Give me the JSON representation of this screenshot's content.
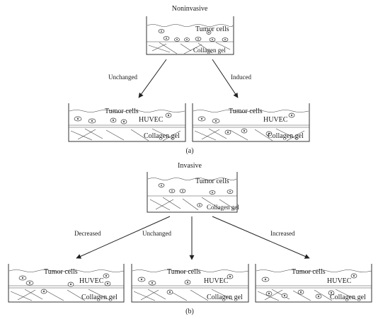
{
  "panel_a": {
    "heading": "Noninvasive",
    "caption": "(a)",
    "top_labels": [
      "Tumor cells",
      "Collagen gel"
    ],
    "branches": [
      "Unchanged",
      "Induced"
    ],
    "bottom_labels": [
      "Tumor cells",
      "HUVEC",
      "Collagen gel"
    ]
  },
  "panel_b": {
    "heading": "Invasive",
    "caption": "(b)",
    "top_labels": [
      "Tumor cells",
      "Collagen gel"
    ],
    "branches": [
      "Decreased",
      "Unchanged",
      "Increased"
    ],
    "bottom_labels": [
      "Tumor cells",
      "HUVEC",
      "Collagen gel"
    ]
  }
}
